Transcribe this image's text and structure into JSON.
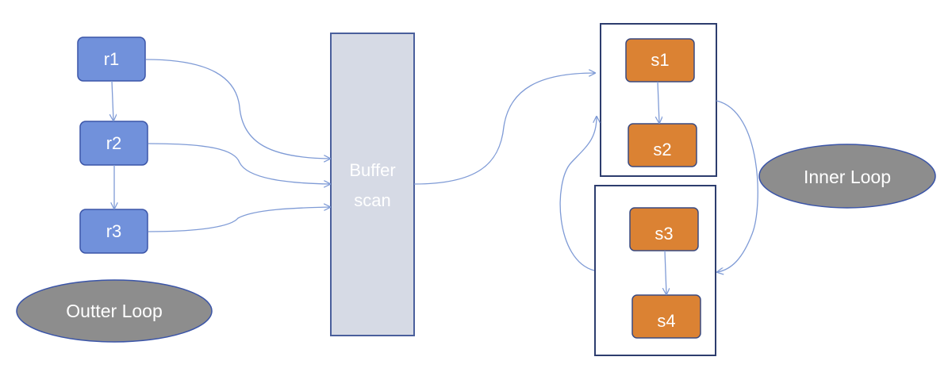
{
  "outer": {
    "nodes": [
      "r1",
      "r2",
      "r3"
    ],
    "loop_label": "Outter Loop"
  },
  "buffer": {
    "line1": "Buffer",
    "line2": "scan"
  },
  "inner": {
    "block_a": [
      "s1",
      "s2"
    ],
    "block_b": [
      "s3",
      "s4"
    ],
    "loop_label": "Inner Loop"
  },
  "colors": {
    "outer_node_fill": "#7191db",
    "outer_node_stroke": "#3b55a8",
    "inner_node_fill": "#db8233",
    "inner_node_stroke": "#3a4a80",
    "buffer_fill": "#d6dae5",
    "buffer_stroke": "#4a5f9c",
    "loop_fill": "#8d8d8d",
    "loop_stroke": "#3b55a8",
    "connector": "#7f9bd6",
    "frame_stroke": "#2d3d6e"
  }
}
